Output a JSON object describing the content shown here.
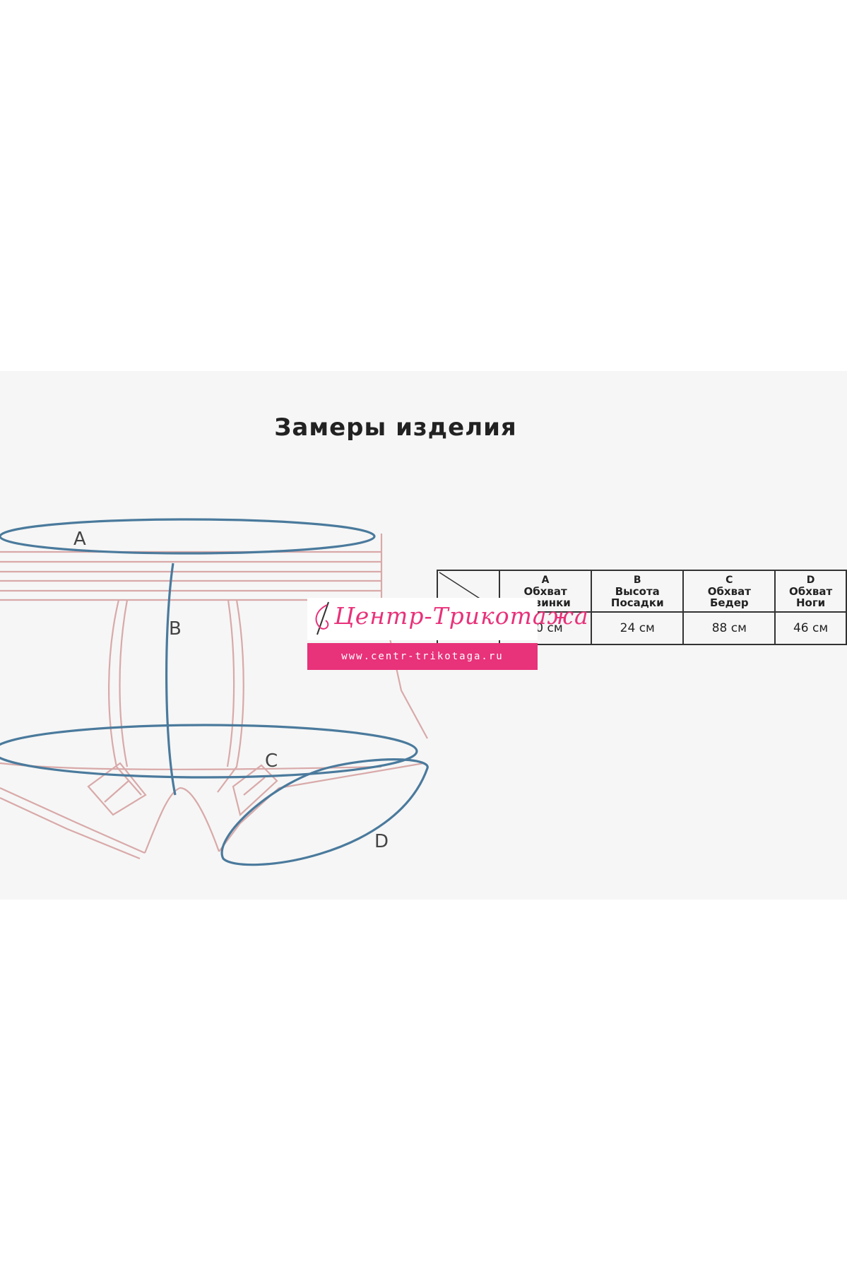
{
  "title": "Замеры изделия",
  "diagram": {
    "labels": {
      "a": "A",
      "b": "B",
      "c": "C",
      "d": "D"
    },
    "colors": {
      "measure_line": "#4a7a9c",
      "garment_line": "#d9a9a9",
      "panel_bg": "#f6f6f6"
    }
  },
  "size_table": {
    "columns": [
      {
        "letter": "A",
        "line1": "Обхват",
        "line2": "Резинки",
        "value": "70 см"
      },
      {
        "letter": "B",
        "line1": "Высота",
        "line2": "Посадки",
        "value": "24 см"
      },
      {
        "letter": "C",
        "line1": "Обхват",
        "line2": "Бедер",
        "value": "88 см"
      },
      {
        "letter": "D",
        "line1": "Обхват",
        "line2": "Ноги",
        "value": "46 см"
      }
    ]
  },
  "watermark": {
    "name": "Центр-Трикотажа",
    "url": "www.centr-trikotaga.ru",
    "color": "#e8327a",
    "icon": "needle-thread-icon"
  }
}
